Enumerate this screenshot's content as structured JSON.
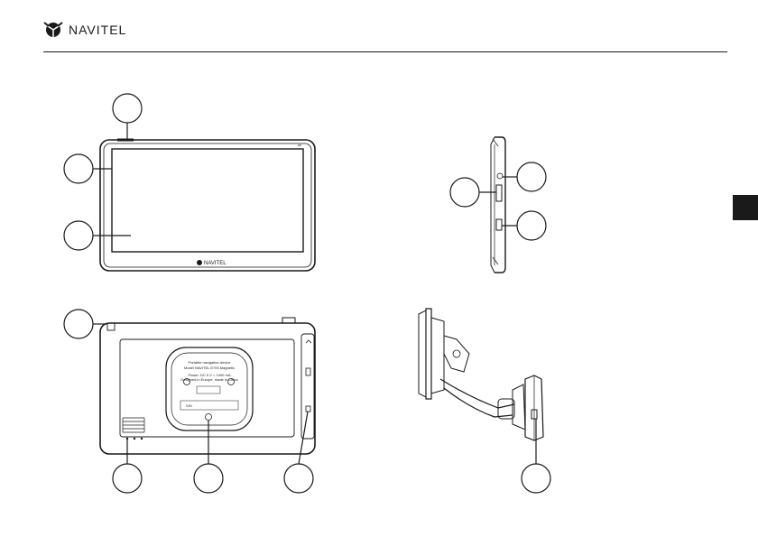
{
  "header": {
    "brand": "NAVITEL"
  },
  "device_front": {
    "bezel_logo": "NAVITEL"
  },
  "device_back": {
    "label_lines": [
      "Portable navigation device",
      "Model NAVITEL E700 Magnetic",
      "Power: DC 5 V = 1000 mA",
      "Designed in Europe, made in China"
    ],
    "sn_label": "S/N"
  },
  "colors": {
    "ink": "#1a1a1a",
    "tab": "#1a1a1a"
  }
}
